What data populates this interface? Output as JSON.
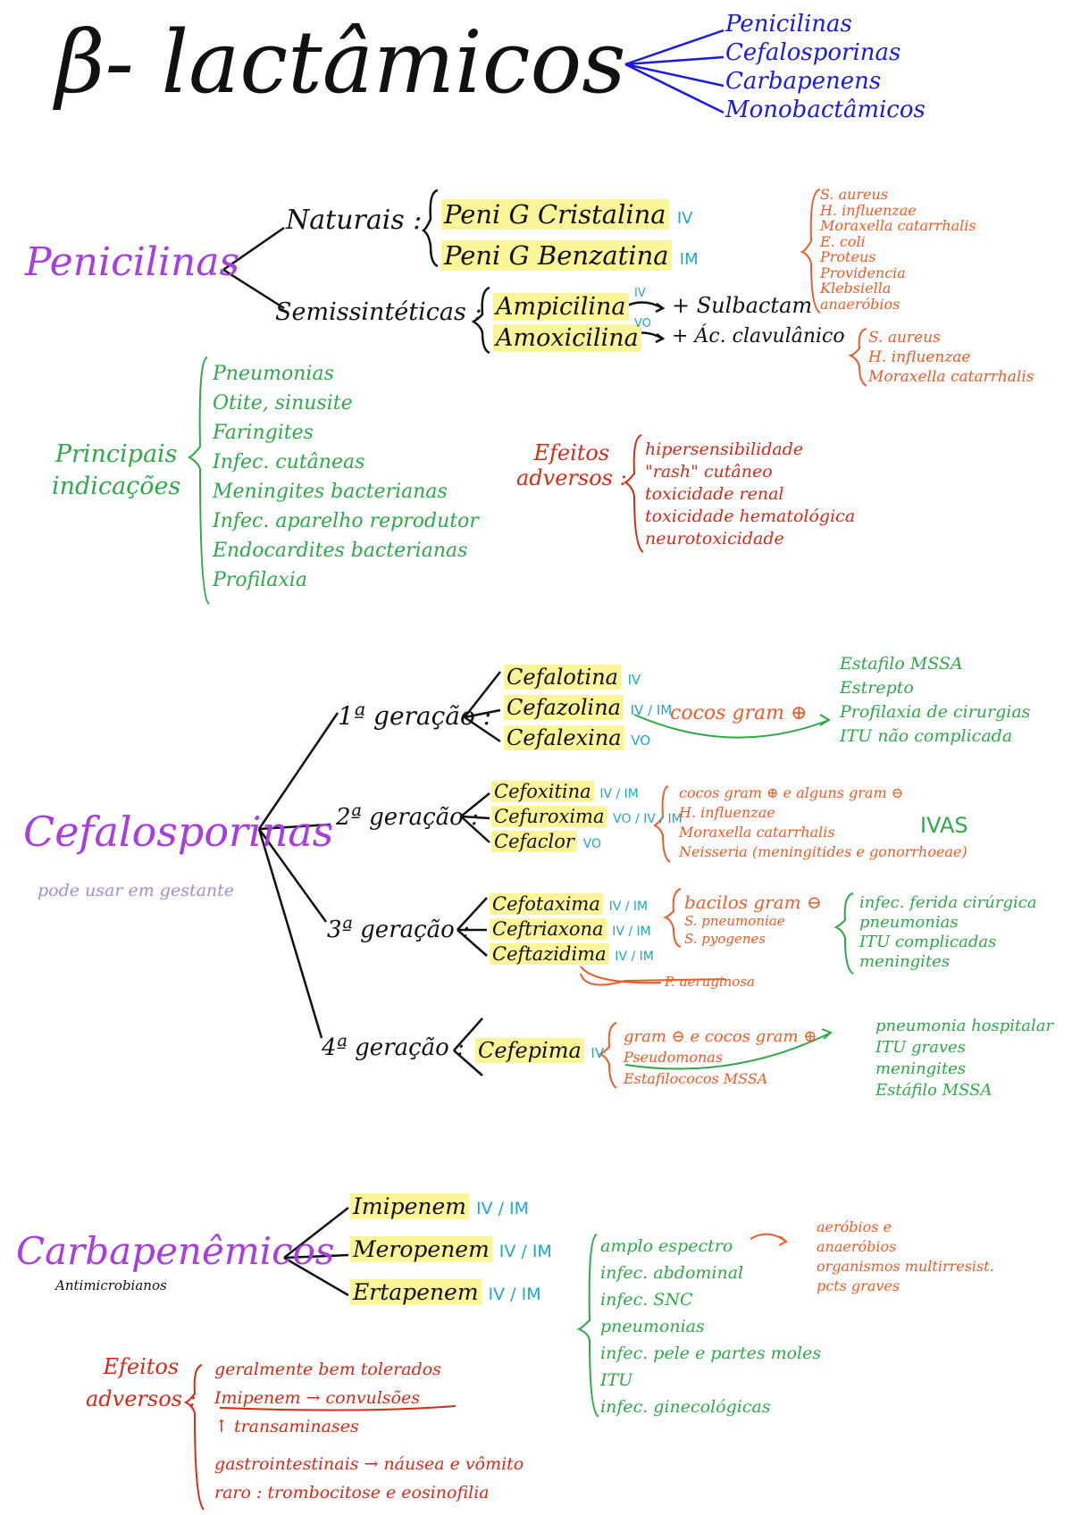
{
  "title": "β- lactâmicos",
  "classes": [
    "Penicilinas",
    "Cefalosporinas",
    "Carbapenens",
    "Monobactâmicos"
  ],
  "penicilinas": {
    "label": "Penicilinas",
    "naturais": {
      "label": "Naturais :",
      "drugs": [
        {
          "name": "Peni G Cristalina",
          "route": "IV"
        },
        {
          "name": "Peni G Benzatina",
          "route": "IM"
        }
      ]
    },
    "semissinteticas": {
      "label": "Semissintéticas :",
      "drugs": [
        {
          "name": "Ampicilina",
          "arrow_route": "IV",
          "combo": "+ Sulbactam"
        },
        {
          "name": "Amoxicilina",
          "arrow_route": "VO",
          "combo": "+ Ác. clavulânico"
        }
      ]
    },
    "ampicilina_spectrum": [
      "S. aureus",
      "H. influenzae",
      "Moraxella catarrhalis",
      "E. coli",
      "Proteus",
      "Providencia",
      "Klebsiella",
      "anaeróbios"
    ],
    "amoxicilina_spectrum": [
      "S. aureus",
      "H. influenzae",
      "Moraxella catarrhalis"
    ],
    "indicacoes_label": [
      "Principais",
      "indicações"
    ],
    "indicacoes": [
      "Pneumonias",
      "Otite, sinusite",
      "Faringites",
      "Infec. cutâneas",
      "Meningites bacterianas",
      "Infec. aparelho reprodutor",
      "Endocardites bacterianas",
      "Profilaxia"
    ],
    "efeitos_label": [
      "Efeitos",
      "adversos :"
    ],
    "efeitos": [
      "hipersensibilidade",
      "\"rash\" cutâneo",
      "toxicidade renal",
      "toxicidade hematológica",
      "neurotoxicidade"
    ]
  },
  "cefalosporinas": {
    "label": "Cefalosporinas",
    "note": "pode usar em gestante",
    "g1": {
      "label": "1ª geração :",
      "drugs": [
        {
          "name": "Cefalotina",
          "route": "IV"
        },
        {
          "name": "Cefazolina",
          "route": "IV / IM"
        },
        {
          "name": "Cefalexina",
          "route": "VO"
        }
      ],
      "spectrum": "cocos gram ⊕",
      "uses": [
        "Estafilo MSSA",
        "Estrepto",
        "Profilaxia de cirurgias",
        "ITU não complicada"
      ]
    },
    "g2": {
      "label": "2ª geração :",
      "drugs": [
        {
          "name": "Cefoxitina",
          "route": "IV / IM"
        },
        {
          "name": "Cefuroxima",
          "route": "VO / IV / IM"
        },
        {
          "name": "Cefaclor",
          "route": "VO"
        }
      ],
      "spectrum": [
        "cocos gram ⊕ e alguns gram ⊖",
        "H. influenzae",
        "Moraxella catarrhalis",
        "Neisseria (meningitides e gonorrhoeae)"
      ],
      "uses": "IVAS"
    },
    "g3": {
      "label": "3ª geração :",
      "drugs": [
        {
          "name": "Cefotaxima",
          "route": "IV / IM"
        },
        {
          "name": "Ceftriaxona",
          "route": "IV / IM"
        },
        {
          "name": "Ceftazidima",
          "route": "IV / IM"
        }
      ],
      "spectrum": [
        "bacilos gram ⊖",
        "S. pneumoniae",
        "S. pyogenes"
      ],
      "ceftazidima_note": "P. aeruginosa",
      "uses": [
        "infec. ferida cirúrgica",
        "pneumonias",
        "ITU complicadas",
        "meningites"
      ]
    },
    "g4": {
      "label": "4ª geração :",
      "drugs": [
        {
          "name": "Cefepima",
          "route": "IV"
        }
      ],
      "spectrum": [
        "gram ⊖ e cocos gram ⊕",
        "Pseudomonas",
        "Estafilococos MSSA"
      ],
      "uses": [
        "pneumonia hospitalar",
        "ITU graves",
        "meningites",
        "Estáfilo MSSA"
      ]
    }
  },
  "carbapenemicos": {
    "label": "Carbapenêmicos",
    "sublabel": "Antimicrobianos",
    "drugs": [
      {
        "name": "Imipenem",
        "route": "IV / IM"
      },
      {
        "name": "Meropenem",
        "route": "IV / IM"
      },
      {
        "name": "Ertapenem",
        "route": "IV / IM"
      }
    ],
    "indicacoes": [
      "amplo espectro",
      "infec. abdominal",
      "infec. SNC",
      "pneumonias",
      "infec. pele e partes moles",
      "ITU",
      "infec. ginecológicas"
    ],
    "espectro_detail": [
      "aeróbios e",
      "anaeróbios",
      "organismos multirresist.",
      "pcts graves"
    ],
    "efeitos_label": [
      "Efeitos",
      "adversos :"
    ],
    "efeitos": [
      "geralmente bem tolerados",
      "Imipenem → convulsões",
      "↑ transaminases",
      "gastrointestinais → náusea e vômito",
      "raro : trombocitose e eosinofilia"
    ]
  }
}
